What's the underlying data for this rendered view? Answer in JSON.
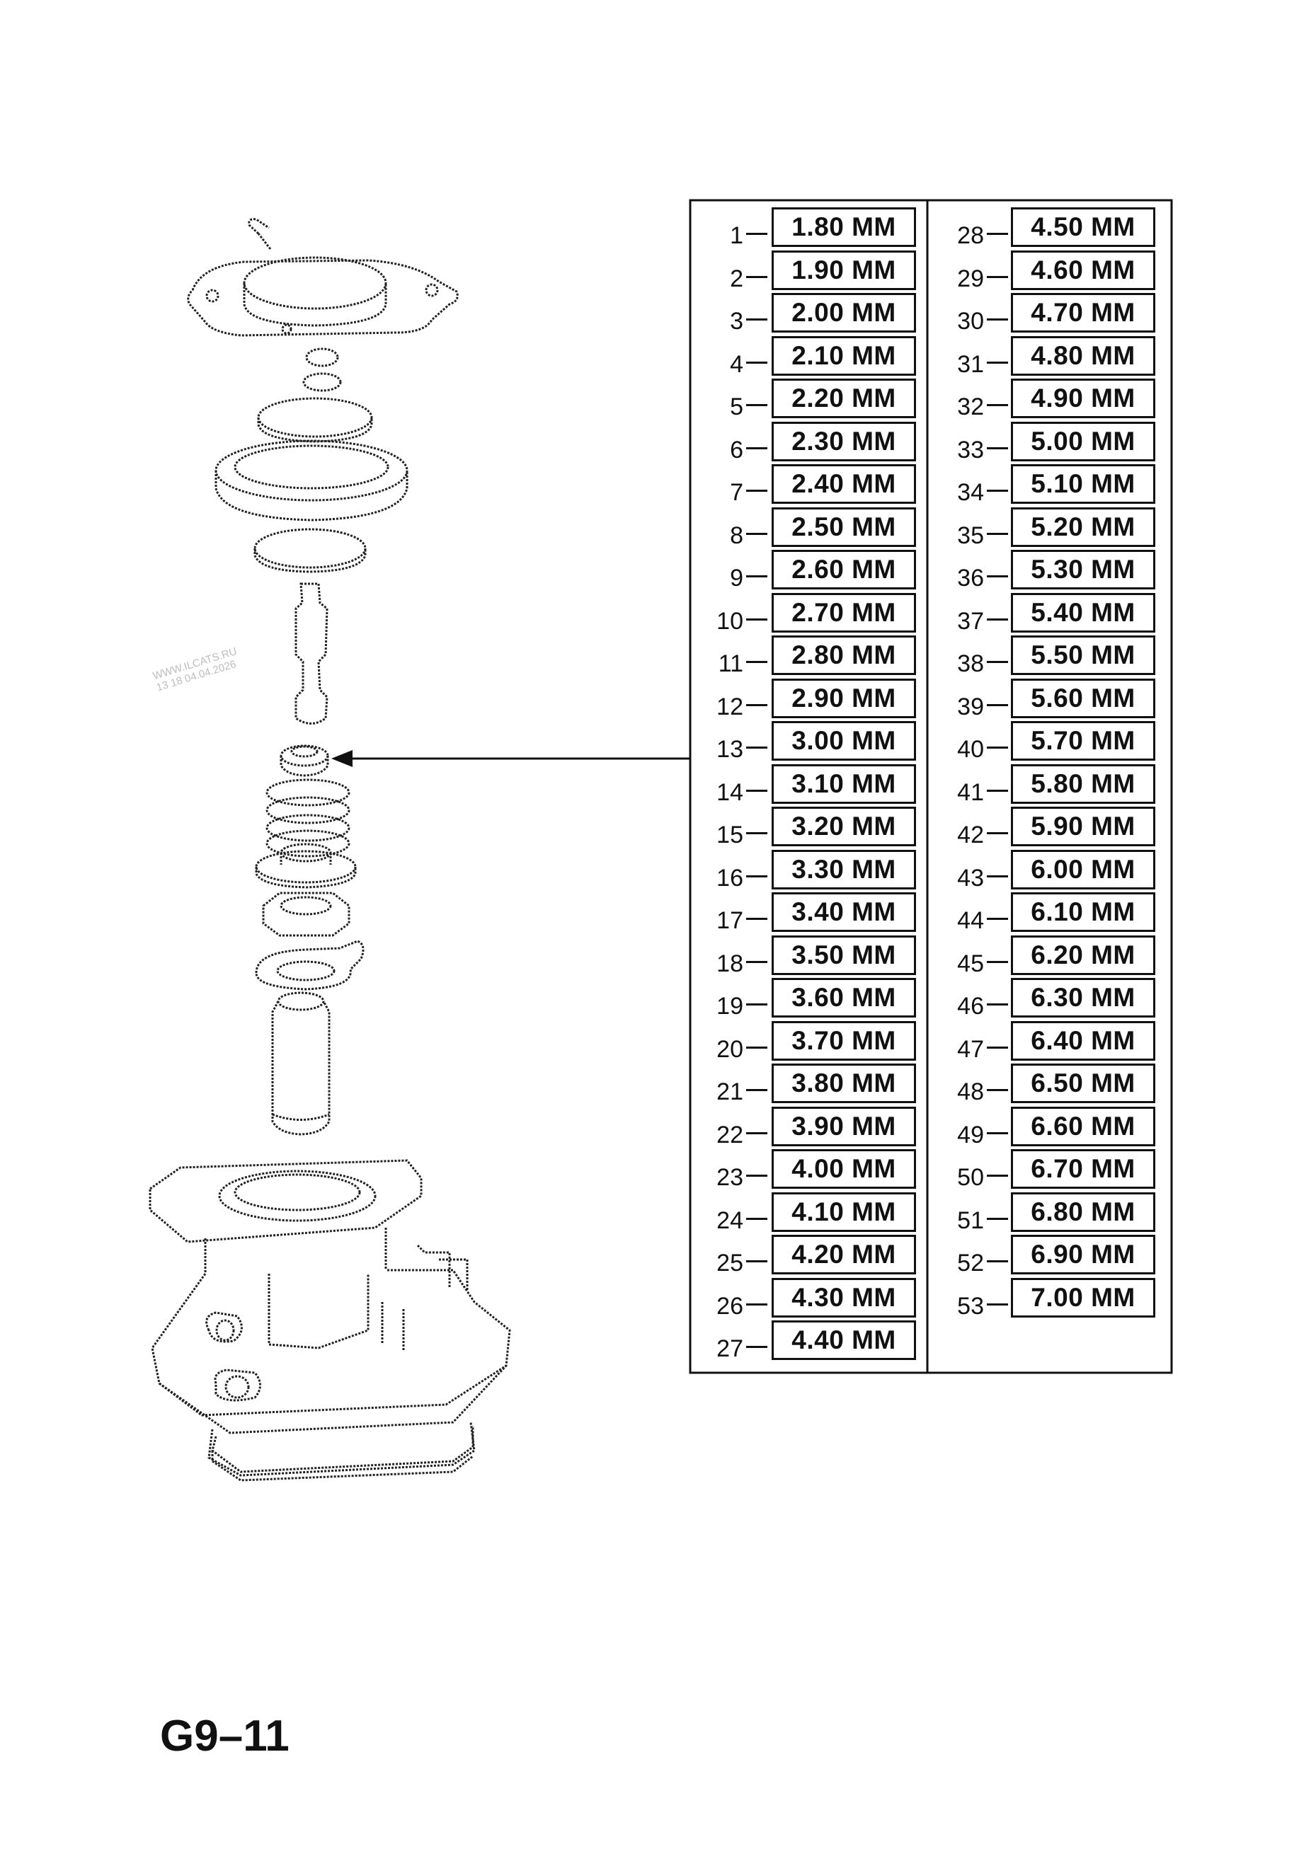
{
  "page_code": "G9–11",
  "watermark": {
    "line1": "WWW.ILCATS.RU",
    "line2": "13 18 04.04.2026"
  },
  "pointer_target": "13",
  "sizes_left": [
    {
      "num": "1",
      "size": "1.80 MM"
    },
    {
      "num": "2",
      "size": "1.90 MM"
    },
    {
      "num": "3",
      "size": "2.00 MM"
    },
    {
      "num": "4",
      "size": "2.10 MM"
    },
    {
      "num": "5",
      "size": "2.20 MM"
    },
    {
      "num": "6",
      "size": "2.30 MM"
    },
    {
      "num": "7",
      "size": "2.40 MM"
    },
    {
      "num": "8",
      "size": "2.50 MM"
    },
    {
      "num": "9",
      "size": "2.60 MM"
    },
    {
      "num": "10",
      "size": "2.70 MM"
    },
    {
      "num": "11",
      "size": "2.80 MM"
    },
    {
      "num": "12",
      "size": "2.90 MM"
    },
    {
      "num": "13",
      "size": "3.00 MM"
    },
    {
      "num": "14",
      "size": "3.10 MM"
    },
    {
      "num": "15",
      "size": "3.20 MM"
    },
    {
      "num": "16",
      "size": "3.30 MM"
    },
    {
      "num": "17",
      "size": "3.40 MM"
    },
    {
      "num": "18",
      "size": "3.50 MM"
    },
    {
      "num": "19",
      "size": "3.60 MM"
    },
    {
      "num": "20",
      "size": "3.70 MM"
    },
    {
      "num": "21",
      "size": "3.80 MM"
    },
    {
      "num": "22",
      "size": "3.90 MM"
    },
    {
      "num": "23",
      "size": "4.00 MM"
    },
    {
      "num": "24",
      "size": "4.10 MM"
    },
    {
      "num": "25",
      "size": "4.20 MM"
    },
    {
      "num": "26",
      "size": "4.30 MM"
    },
    {
      "num": "27",
      "size": "4.40 MM"
    }
  ],
  "sizes_right": [
    {
      "num": "28",
      "size": "4.50 MM"
    },
    {
      "num": "29",
      "size": "4.60 MM"
    },
    {
      "num": "30",
      "size": "4.70 MM"
    },
    {
      "num": "31",
      "size": "4.80 MM"
    },
    {
      "num": "32",
      "size": "4.90 MM"
    },
    {
      "num": "33",
      "size": "5.00 MM"
    },
    {
      "num": "34",
      "size": "5.10 MM"
    },
    {
      "num": "35",
      "size": "5.20 MM"
    },
    {
      "num": "36",
      "size": "5.30 MM"
    },
    {
      "num": "37",
      "size": "5.40 MM"
    },
    {
      "num": "38",
      "size": "5.50 MM"
    },
    {
      "num": "39",
      "size": "5.60 MM"
    },
    {
      "num": "40",
      "size": "5.70 MM"
    },
    {
      "num": "41",
      "size": "5.80 MM"
    },
    {
      "num": "42",
      "size": "5.90 MM"
    },
    {
      "num": "43",
      "size": "6.00 MM"
    },
    {
      "num": "44",
      "size": "6.10 MM"
    },
    {
      "num": "45",
      "size": "6.20 MM"
    },
    {
      "num": "46",
      "size": "6.30 MM"
    },
    {
      "num": "47",
      "size": "6.40 MM"
    },
    {
      "num": "48",
      "size": "6.50 MM"
    },
    {
      "num": "49",
      "size": "6.60 MM"
    },
    {
      "num": "50",
      "size": "6.70 MM"
    },
    {
      "num": "51",
      "size": "6.80 MM"
    },
    {
      "num": "52",
      "size": "6.90 MM"
    },
    {
      "num": "53",
      "size": "7.00 MM"
    }
  ]
}
